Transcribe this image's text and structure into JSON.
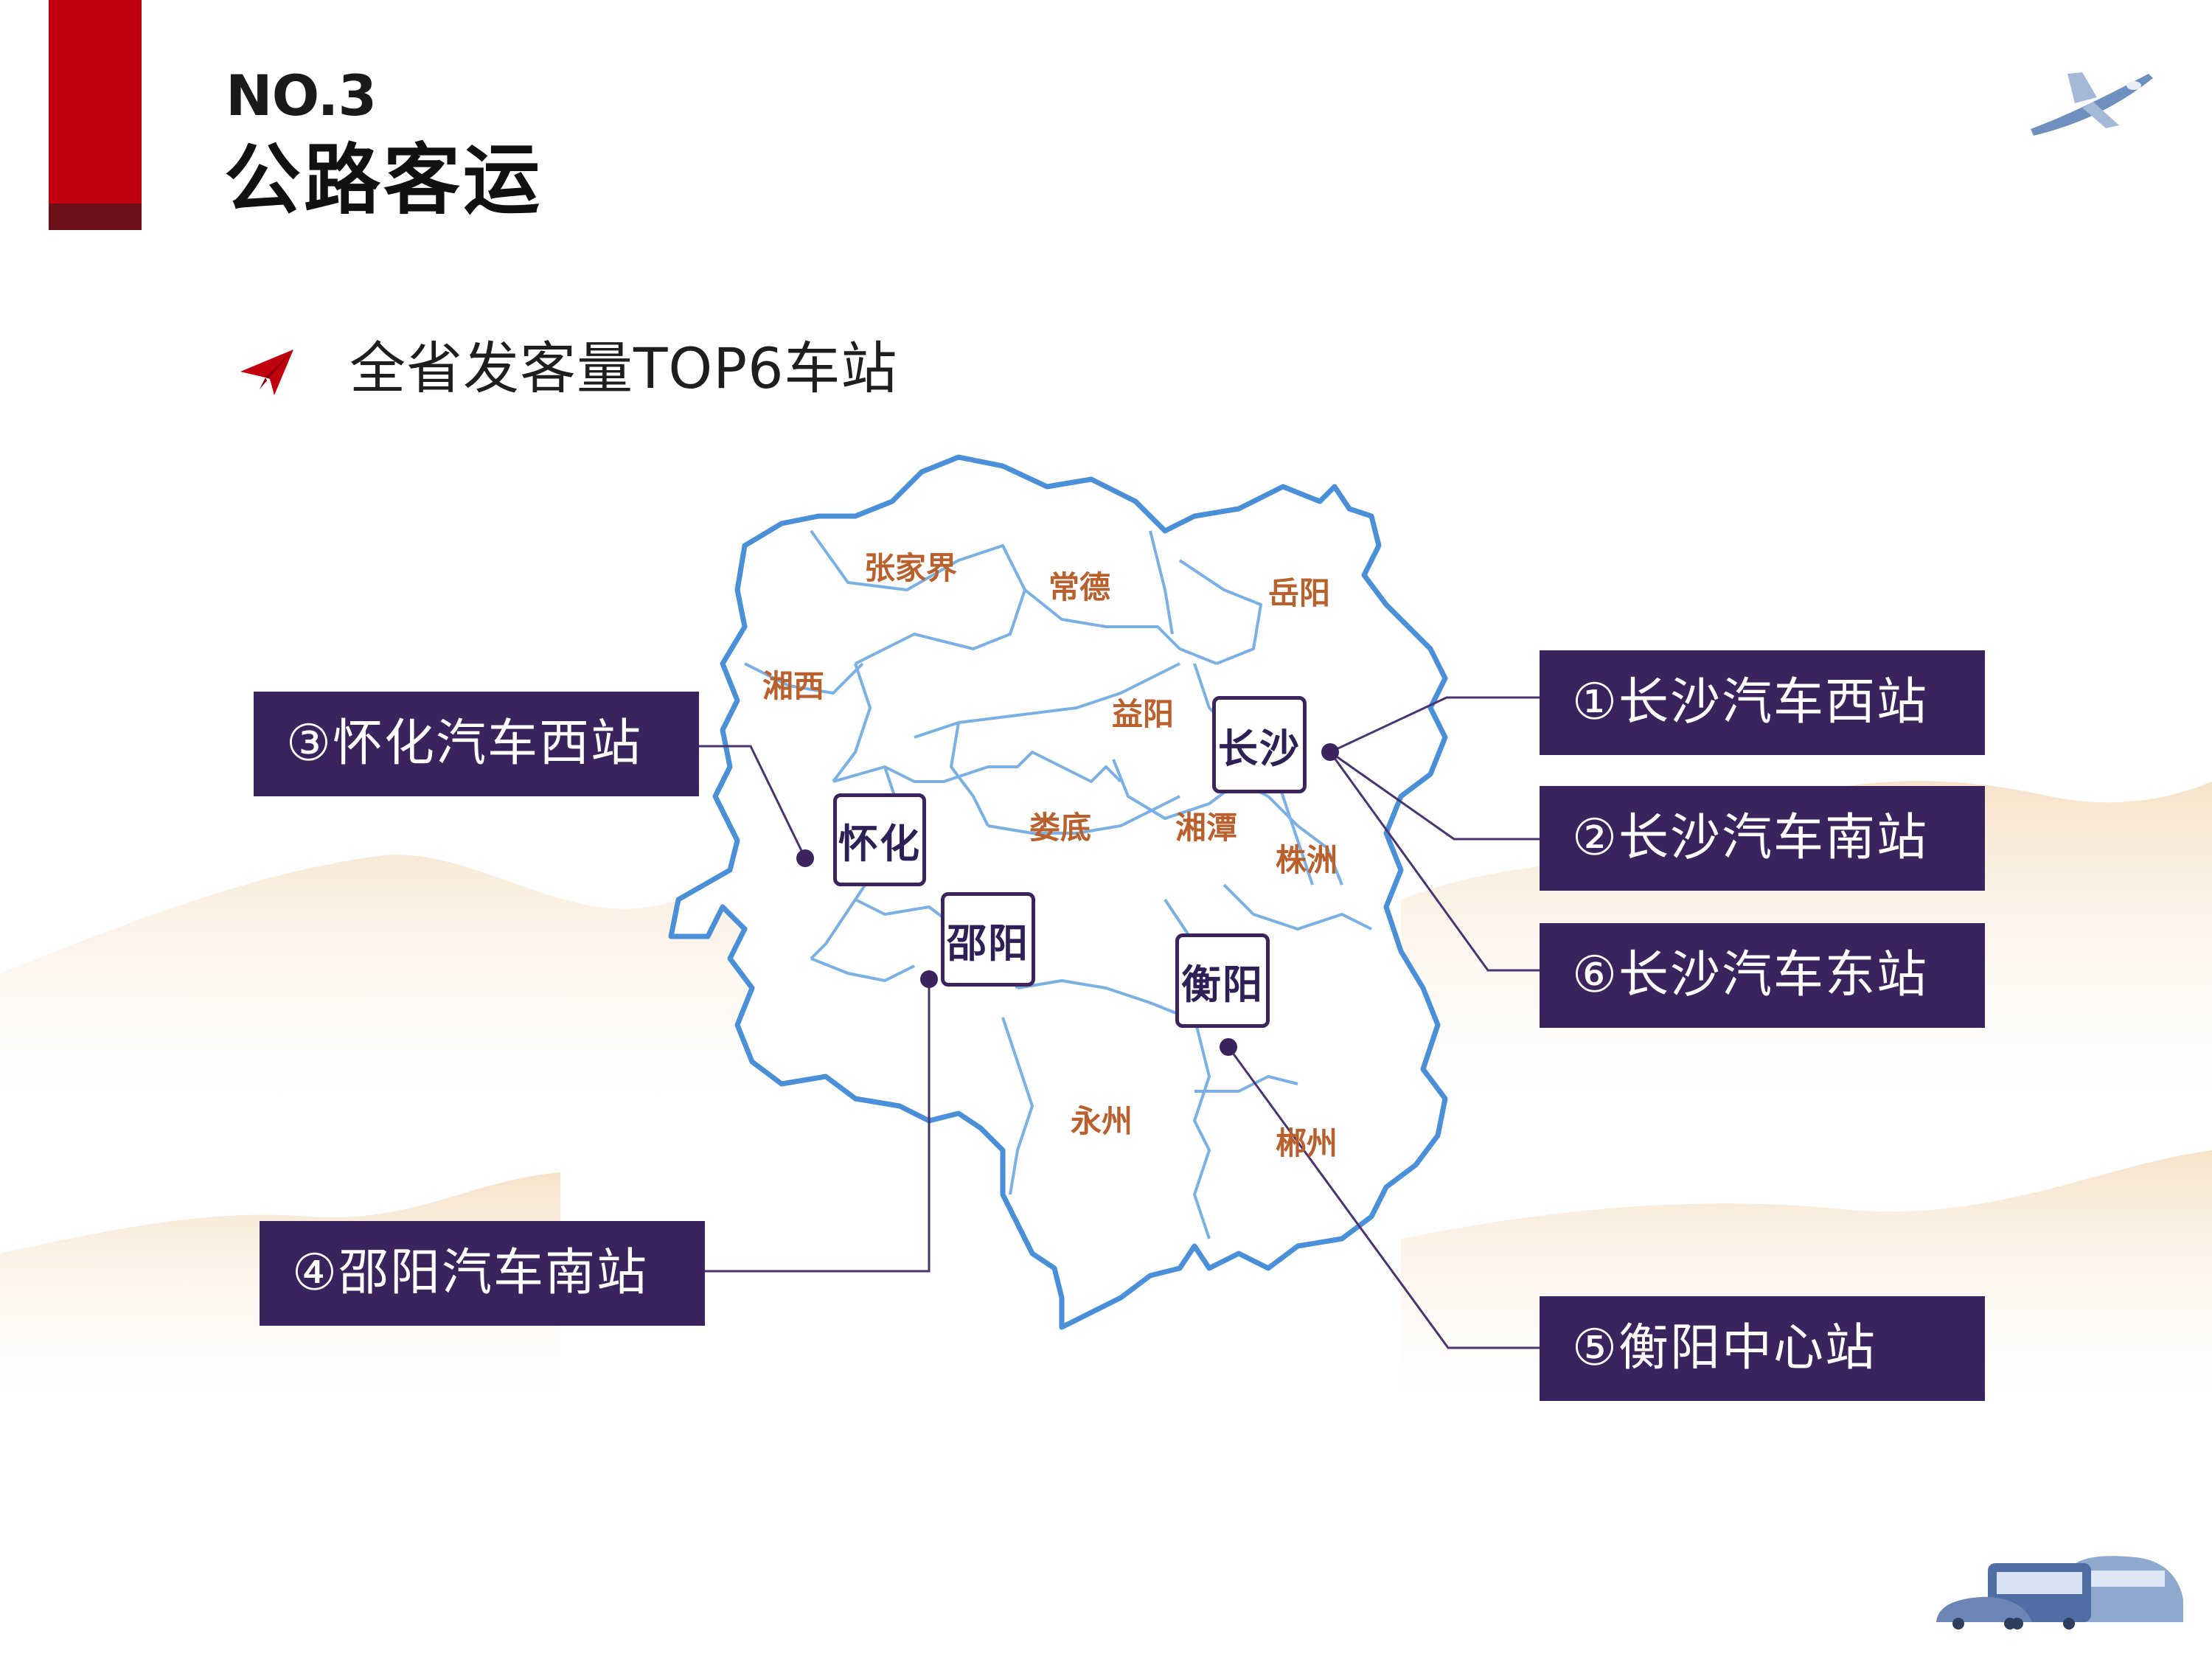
{
  "header": {
    "number": "NO.3",
    "title": "公路客运"
  },
  "subtitle": "全省发客量TOP6车站",
  "colors": {
    "accent_red": "#c0000e",
    "accent_dark": "#6b1018",
    "label_bg": "#3b245e",
    "map_border": "#4a90d9",
    "region_text": "#b9602d"
  },
  "regions": {
    "zhangjiajie": "张家界",
    "changde": "常德",
    "yueyang": "岳阳",
    "xiangxi": "湘西",
    "yiyang": "益阳",
    "loudi": "娄底",
    "xiangtan": "湘潭",
    "zhuzhou": "株洲",
    "yongzhou": "永州",
    "chenzhou": "郴州"
  },
  "cities": {
    "changsha": "长沙",
    "huaihua": "怀化",
    "shaoyang": "邵阳",
    "hengyang": "衡阳"
  },
  "stations": {
    "s1": "①长沙汽车西站",
    "s2": "②长沙汽车南站",
    "s3": "③怀化汽车西站",
    "s4": "④邵阳汽车南站",
    "s5": "⑤衡阳中心站",
    "s6": "⑥长沙汽车东站"
  },
  "icons": {
    "send": "paper-plane-icon",
    "plane": "airplane-icon",
    "vehicles": "bus-train-car-icon"
  }
}
